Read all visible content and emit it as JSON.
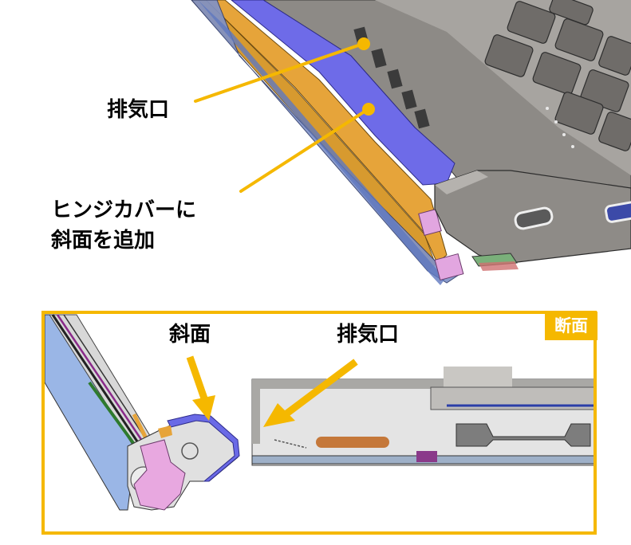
{
  "top_labels": {
    "exhaust_port": "排気口",
    "hinge_cover_line1": "ヒンジカバーに",
    "hinge_cover_line2": "斜面を追加"
  },
  "section_panel": {
    "badge": "断面",
    "slope_label": "斜面",
    "exhaust_label": "排気口"
  },
  "colors": {
    "accent_yellow": "#f5b800",
    "hinge_blue": "#6a6ae6",
    "laptop_gray": "#8a8784",
    "orange_part": "#e6a43a",
    "pink_part": "#e8a8e0"
  }
}
